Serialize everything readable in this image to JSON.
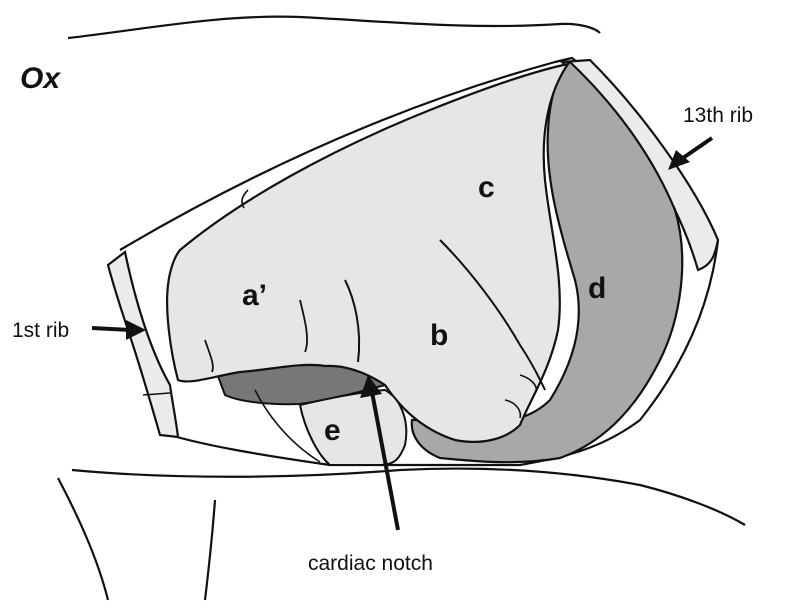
{
  "title": "Ox",
  "labels": {
    "a_prime": "a’",
    "b": "b",
    "c": "c",
    "d": "d",
    "e": "e",
    "rib_13": "13th rib",
    "rib_1": "1st rib",
    "cardiac_notch": "cardiac notch"
  },
  "colors": {
    "outline": "#111111",
    "lung_fill": "#e6e6e6",
    "lobe_d_fill": "#a8a8a8",
    "heart_fill": "#777777",
    "rib_fill": "#ebebeb",
    "background": "#ffffff"
  }
}
